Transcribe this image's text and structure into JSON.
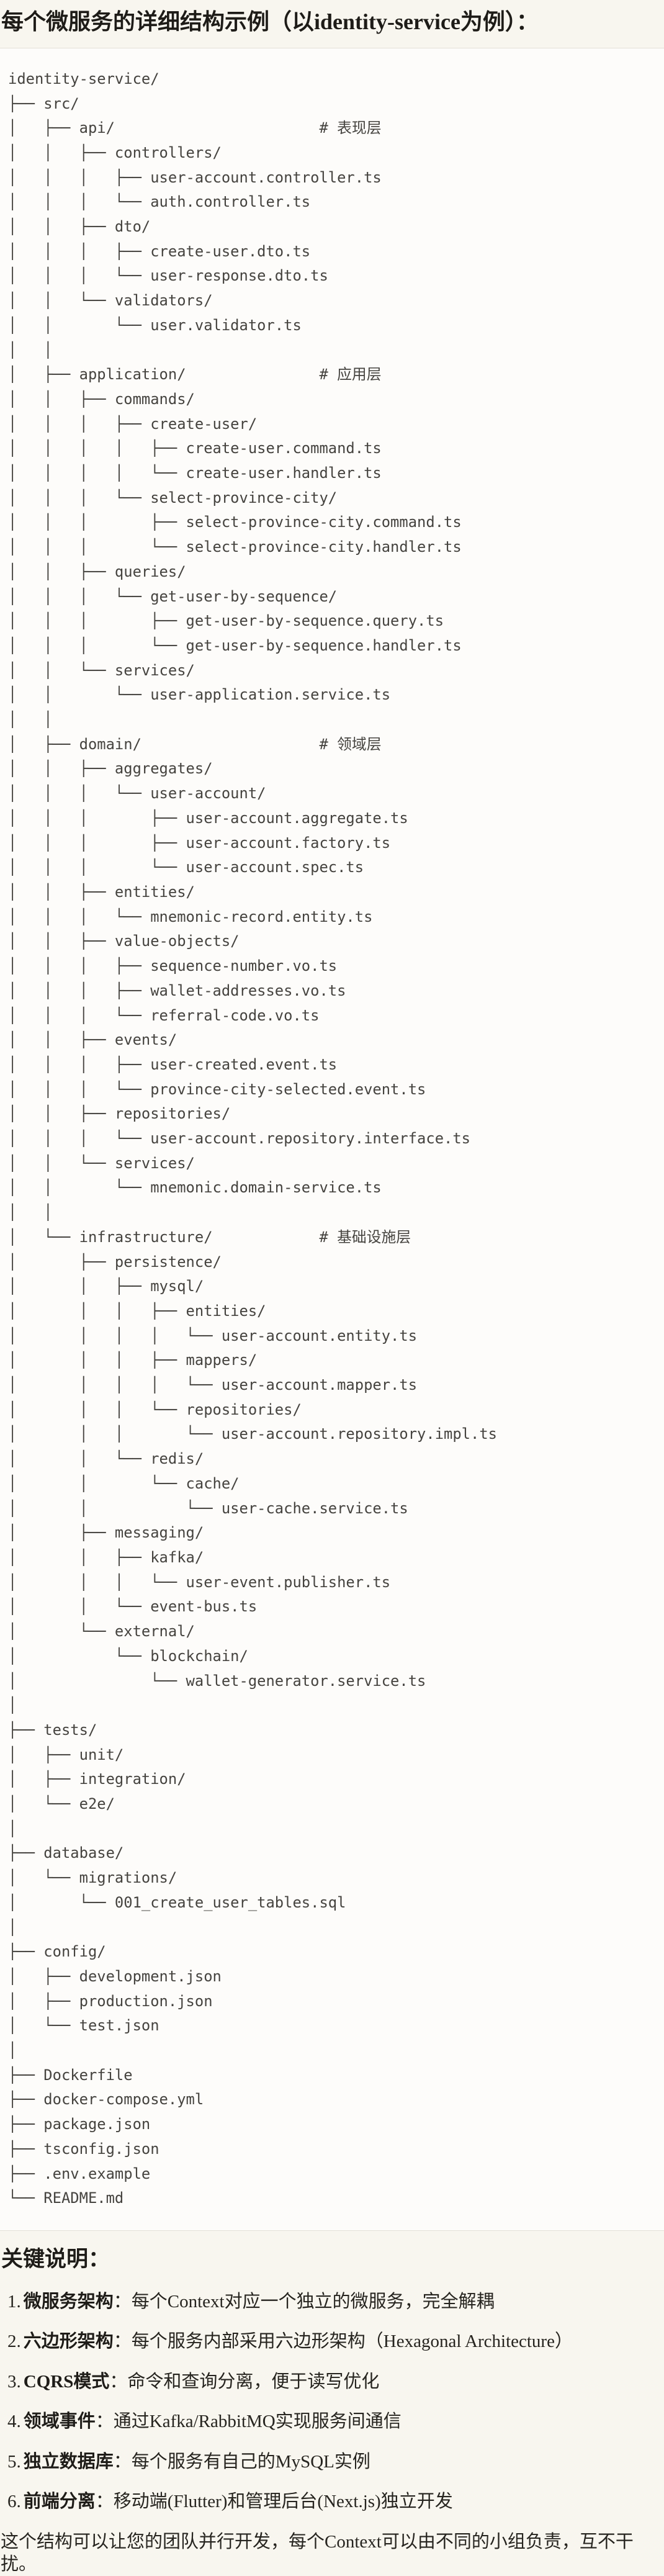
{
  "title": "每个微服务的详细结构示例（以identity-service为例）：",
  "tree_lines": [
    "identity-service/",
    "├── src/",
    "│   ├── api/                       # 表现层",
    "│   │   ├── controllers/",
    "│   │   │   ├── user-account.controller.ts",
    "│   │   │   └── auth.controller.ts",
    "│   │   ├── dto/",
    "│   │   │   ├── create-user.dto.ts",
    "│   │   │   └── user-response.dto.ts",
    "│   │   └── validators/",
    "│   │       └── user.validator.ts",
    "│   │",
    "│   ├── application/               # 应用层",
    "│   │   ├── commands/",
    "│   │   │   ├── create-user/",
    "│   │   │   │   ├── create-user.command.ts",
    "│   │   │   │   └── create-user.handler.ts",
    "│   │   │   └── select-province-city/",
    "│   │   │       ├── select-province-city.command.ts",
    "│   │   │       └── select-province-city.handler.ts",
    "│   │   ├── queries/",
    "│   │   │   └── get-user-by-sequence/",
    "│   │   │       ├── get-user-by-sequence.query.ts",
    "│   │   │       └── get-user-by-sequence.handler.ts",
    "│   │   └── services/",
    "│   │       └── user-application.service.ts",
    "│   │",
    "│   ├── domain/                    # 领域层",
    "│   │   ├── aggregates/",
    "│   │   │   └── user-account/",
    "│   │   │       ├── user-account.aggregate.ts",
    "│   │   │       ├── user-account.factory.ts",
    "│   │   │       └── user-account.spec.ts",
    "│   │   ├── entities/",
    "│   │   │   └── mnemonic-record.entity.ts",
    "│   │   ├── value-objects/",
    "│   │   │   ├── sequence-number.vo.ts",
    "│   │   │   ├── wallet-addresses.vo.ts",
    "│   │   │   └── referral-code.vo.ts",
    "│   │   ├── events/",
    "│   │   │   ├── user-created.event.ts",
    "│   │   │   └── province-city-selected.event.ts",
    "│   │   ├── repositories/",
    "│   │   │   └── user-account.repository.interface.ts",
    "│   │   └── services/",
    "│   │       └── mnemonic.domain-service.ts",
    "│   │",
    "│   └── infrastructure/            # 基础设施层",
    "│       ├── persistence/",
    "│       │   ├── mysql/",
    "│       │   │   ├── entities/",
    "│       │   │   │   └── user-account.entity.ts",
    "│       │   │   ├── mappers/",
    "│       │   │   │   └── user-account.mapper.ts",
    "│       │   │   └── repositories/",
    "│       │   │       └── user-account.repository.impl.ts",
    "│       │   └── redis/",
    "│       │       └── cache/",
    "│       │           └── user-cache.service.ts",
    "│       ├── messaging/",
    "│       │   ├── kafka/",
    "│       │   │   └── user-event.publisher.ts",
    "│       │   └── event-bus.ts",
    "│       └── external/",
    "│           └── blockchain/",
    "│               └── wallet-generator.service.ts",
    "│",
    "├── tests/",
    "│   ├── unit/",
    "│   ├── integration/",
    "│   └── e2e/",
    "│",
    "├── database/",
    "│   └── migrations/",
    "│       └── 001_create_user_tables.sql",
    "│",
    "├── config/",
    "│   ├── development.json",
    "│   ├── production.json",
    "│   └── test.json",
    "│",
    "├── Dockerfile",
    "├── docker-compose.yml",
    "├── package.json",
    "├── tsconfig.json",
    "├── .env.example",
    "└── README.md"
  ],
  "notes": {
    "heading": "关键说明：",
    "colon": "：",
    "items": [
      {
        "num": "1.",
        "term": "微服务架构",
        "text": "每个Context对应一个独立的微服务，完全解耦"
      },
      {
        "num": "2.",
        "term": "六边形架构",
        "text": "每个服务内部采用六边形架构（Hexagonal Architecture）"
      },
      {
        "num": "3.",
        "term": "CQRS模式",
        "text": "命令和查询分离，便于读写优化"
      },
      {
        "num": "4.",
        "term": "领域事件",
        "text": "通过Kafka/RabbitMQ实现服务间通信"
      },
      {
        "num": "5.",
        "term": "独立数据库",
        "text": "每个服务有自己的MySQL实例"
      },
      {
        "num": "6.",
        "term": "前端分离",
        "text": "移动端(Flutter)和管理后台(Next.js)独立开发"
      }
    ]
  },
  "closing": "这个结构可以让您的团队并行开发，每个Context可以由不同的小组负责，互不干扰。",
  "colors": {
    "page_background": "#F8F6EF",
    "code_background": "#FDFCFA",
    "border": "#E4E1D8",
    "heading_text": "#1E1C18",
    "tree_text": "#45433F",
    "body_text": "#26241F"
  }
}
